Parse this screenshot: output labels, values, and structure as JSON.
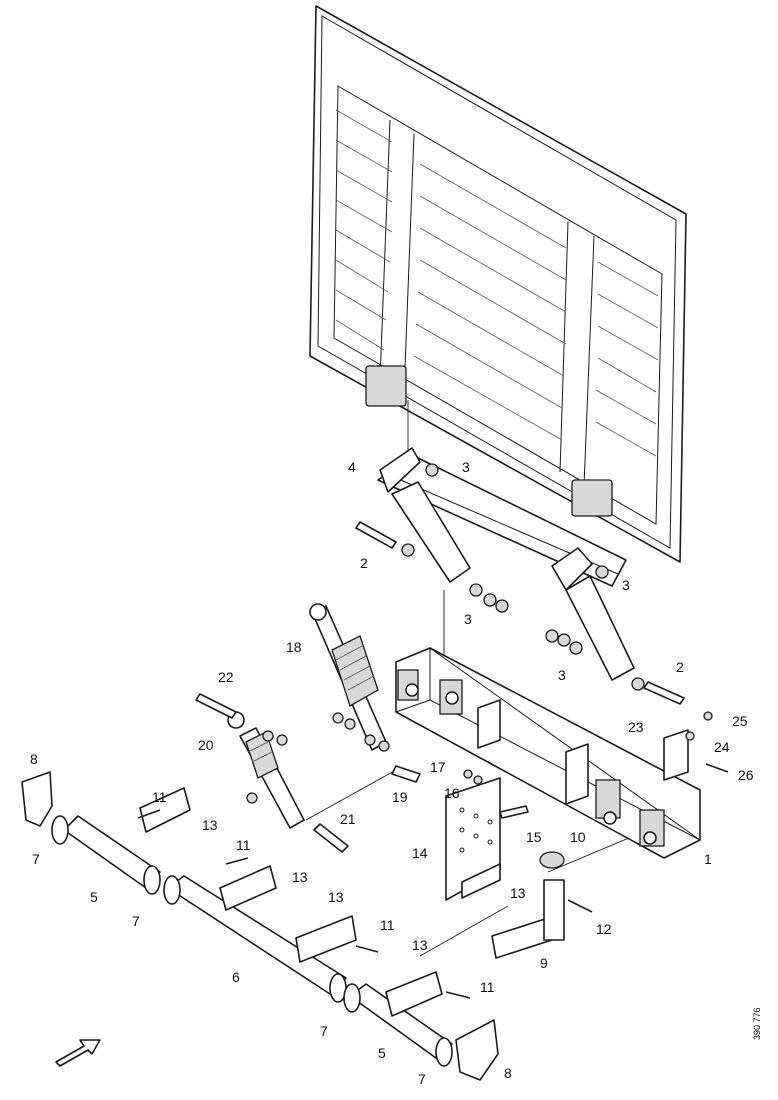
{
  "callouts": [
    {
      "id": "c1",
      "text": "1"
    },
    {
      "id": "c2a",
      "text": "2"
    },
    {
      "id": "c2b",
      "text": "2"
    },
    {
      "id": "c3a",
      "text": "3"
    },
    {
      "id": "c3b",
      "text": "3"
    },
    {
      "id": "c3c",
      "text": "3"
    },
    {
      "id": "c3d",
      "text": "3"
    },
    {
      "id": "c4",
      "text": "4"
    },
    {
      "id": "c5a",
      "text": "5"
    },
    {
      "id": "c5b",
      "text": "5"
    },
    {
      "id": "c6",
      "text": "6"
    },
    {
      "id": "c7a",
      "text": "7"
    },
    {
      "id": "c7b",
      "text": "7"
    },
    {
      "id": "c7c",
      "text": "7"
    },
    {
      "id": "c7d",
      "text": "7"
    },
    {
      "id": "c8a",
      "text": "8"
    },
    {
      "id": "c8b",
      "text": "8"
    },
    {
      "id": "c9",
      "text": "9"
    },
    {
      "id": "c10",
      "text": "10"
    },
    {
      "id": "c11a",
      "text": "11"
    },
    {
      "id": "c11b",
      "text": "11"
    },
    {
      "id": "c11c",
      "text": "11"
    },
    {
      "id": "c11d",
      "text": "11"
    },
    {
      "id": "c12",
      "text": "12"
    },
    {
      "id": "c13a",
      "text": "13"
    },
    {
      "id": "c13b",
      "text": "13"
    },
    {
      "id": "c13c",
      "text": "13"
    },
    {
      "id": "c13d",
      "text": "13"
    },
    {
      "id": "c13e",
      "text": "13"
    },
    {
      "id": "c14",
      "text": "14"
    },
    {
      "id": "c15",
      "text": "15"
    },
    {
      "id": "c16",
      "text": "16"
    },
    {
      "id": "c17",
      "text": "17"
    },
    {
      "id": "c18",
      "text": "18"
    },
    {
      "id": "c19",
      "text": "19"
    },
    {
      "id": "c20",
      "text": "20"
    },
    {
      "id": "c21",
      "text": "21"
    },
    {
      "id": "c22",
      "text": "22"
    },
    {
      "id": "c23",
      "text": "23"
    },
    {
      "id": "c24",
      "text": "24"
    },
    {
      "id": "c25",
      "text": "25"
    },
    {
      "id": "c26",
      "text": "26"
    }
  ],
  "drawing_reference": "390 776",
  "colors": {
    "line": "#1a1a1a",
    "background": "#ffffff",
    "shade": "#d8d8d8"
  }
}
